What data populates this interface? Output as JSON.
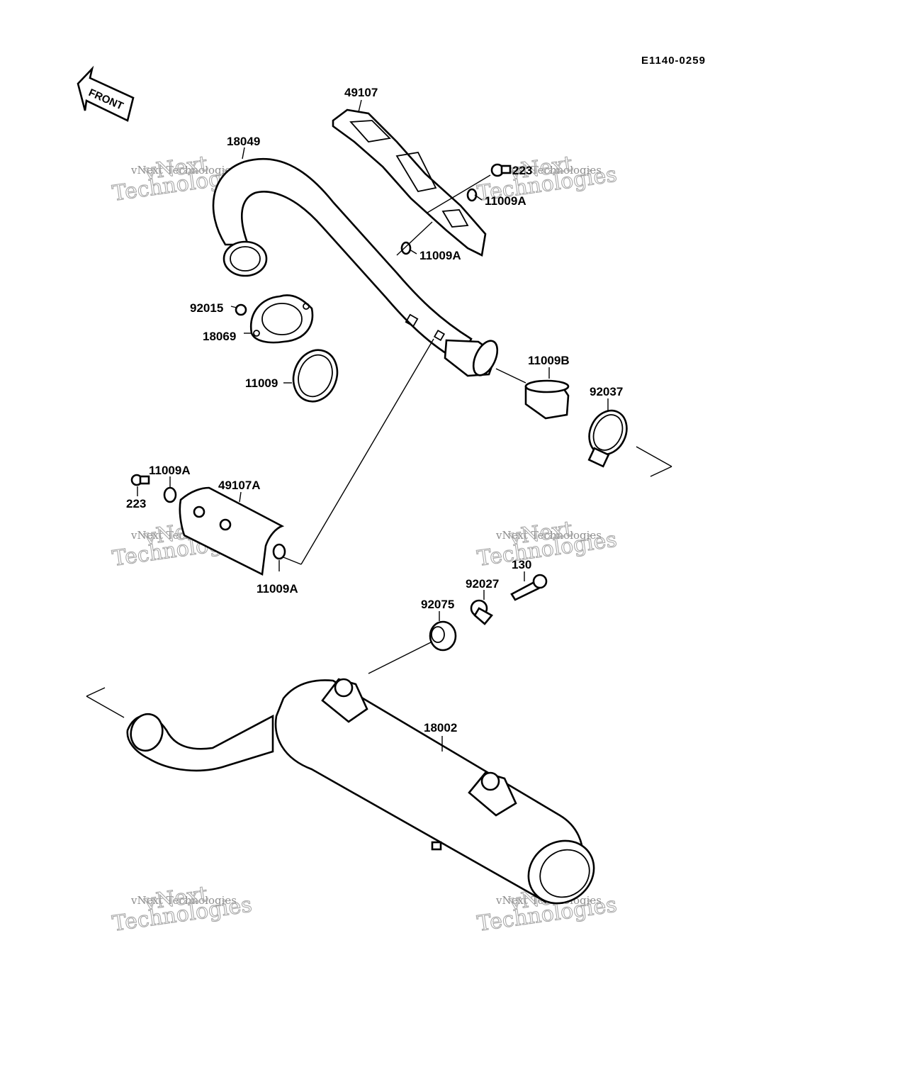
{
  "diagram_code": "E1140-0259",
  "front_label": "FRONT",
  "watermark": {
    "line1": "vNext Technologies",
    "line2": "Technologies",
    "line3": "vNext"
  },
  "callouts": [
    {
      "id": "c-49107",
      "text": "49107"
    },
    {
      "id": "c-18049",
      "text": "18049"
    },
    {
      "id": "c-223-top",
      "text": "223"
    },
    {
      "id": "c-11009a-top",
      "text": "11009A"
    },
    {
      "id": "c-11009a-mid",
      "text": "11009A"
    },
    {
      "id": "c-92015",
      "text": "92015"
    },
    {
      "id": "c-18069",
      "text": "18069"
    },
    {
      "id": "c-11009",
      "text": "11009"
    },
    {
      "id": "c-11009b",
      "text": "11009B"
    },
    {
      "id": "c-92037",
      "text": "92037"
    },
    {
      "id": "c-11009a-left",
      "text": "11009A"
    },
    {
      "id": "c-49107a",
      "text": "49107A"
    },
    {
      "id": "c-223-left",
      "text": "223"
    },
    {
      "id": "c-11009a-bottom",
      "text": "11009A"
    },
    {
      "id": "c-130",
      "text": "130"
    },
    {
      "id": "c-92027",
      "text": "92027"
    },
    {
      "id": "c-92075",
      "text": "92075"
    },
    {
      "id": "c-18002",
      "text": "18002"
    }
  ]
}
